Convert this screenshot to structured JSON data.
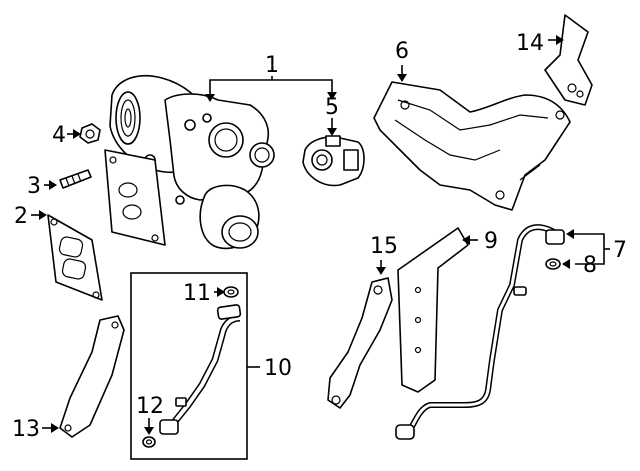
{
  "diagram": {
    "callouts": {
      "c1": "1",
      "c2": "2",
      "c3": "3",
      "c4": "4",
      "c5": "5",
      "c6": "6",
      "c7": "7",
      "c8": "8",
      "c9": "9",
      "c10": "10",
      "c11": "11",
      "c12": "12",
      "c13": "13",
      "c14": "14",
      "c15": "15"
    },
    "parts": [
      "turbocharger",
      "turbo-gasket",
      "stud",
      "nut",
      "actuator",
      "heat-shield",
      "coolant-line",
      "washer",
      "bracket",
      "oil-line-kit",
      "seal-11",
      "seal-12",
      "support-13",
      "bracket-14",
      "bracket-15"
    ]
  }
}
